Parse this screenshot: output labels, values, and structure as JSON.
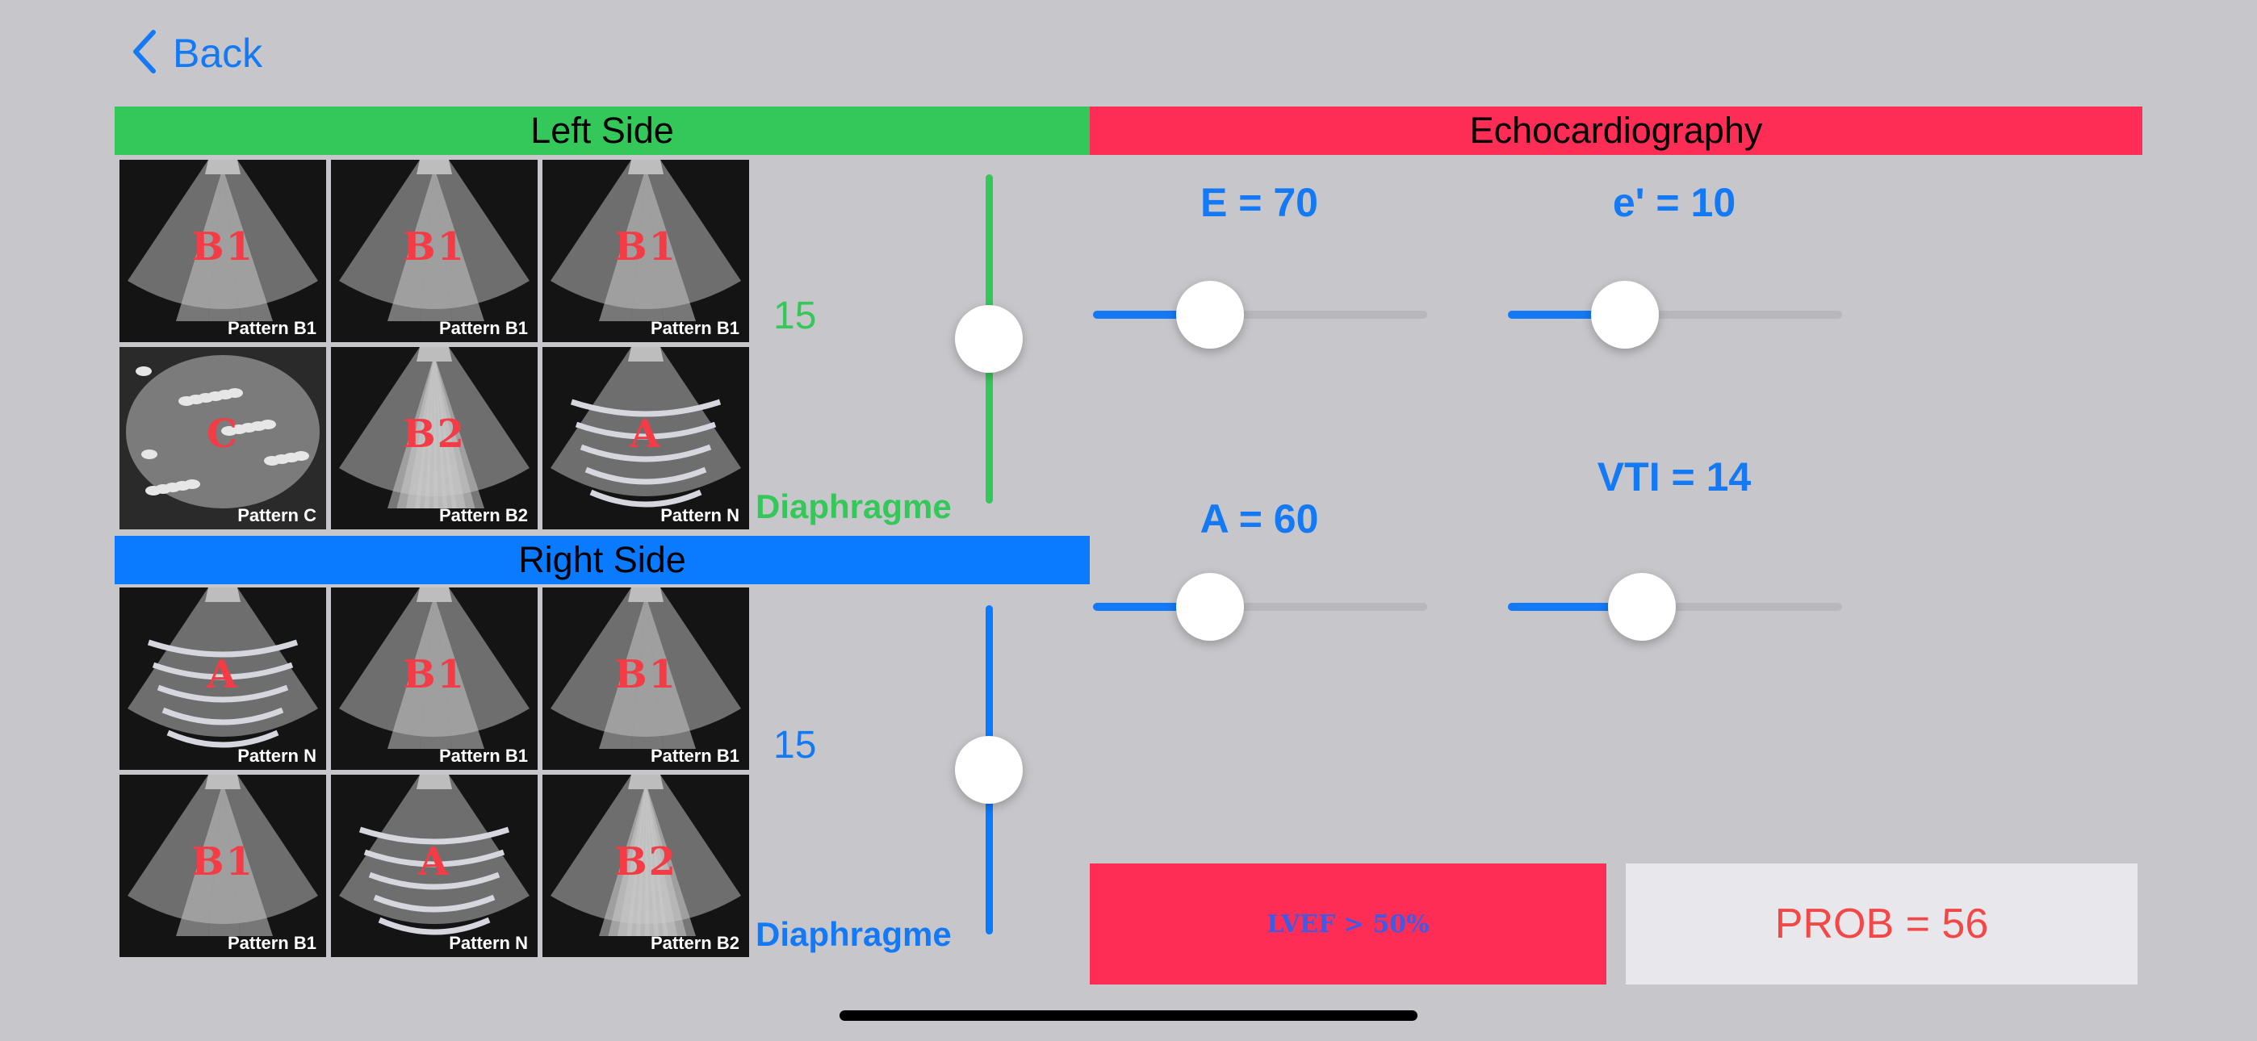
{
  "nav": {
    "back_label": "Back"
  },
  "left": {
    "title": "Left Side",
    "color": "#34c759",
    "tiles": [
      {
        "letter": "B1",
        "caption": "Pattern B1"
      },
      {
        "letter": "B1",
        "caption": "Pattern B1"
      },
      {
        "letter": "B1",
        "caption": "Pattern B1"
      },
      {
        "letter": "C",
        "caption": "Pattern C"
      },
      {
        "letter": "B2",
        "caption": "Pattern B2"
      },
      {
        "letter": "A",
        "caption": "Pattern N"
      }
    ],
    "count": "15",
    "diaphragme": "Diaphragme",
    "slider_level": 0.5
  },
  "right": {
    "title": "Right Side",
    "color": "#0a7aff",
    "tiles": [
      {
        "letter": "A",
        "caption": "Pattern N"
      },
      {
        "letter": "B1",
        "caption": "Pattern B1"
      },
      {
        "letter": "B1",
        "caption": "Pattern B1"
      },
      {
        "letter": "B1",
        "caption": "Pattern B1"
      },
      {
        "letter": "A",
        "caption": "Pattern N"
      },
      {
        "letter": "B2",
        "caption": "Pattern B2"
      }
    ],
    "count": "15",
    "diaphragme": "Diaphragme",
    "slider_level": 0.5
  },
  "echo": {
    "title": "Echocardiography",
    "color": "#fe2d55",
    "sliders": {
      "e": {
        "label": "E = 70",
        "level": 0.35
      },
      "ep": {
        "label": "e' = 10",
        "level": 0.35
      },
      "a": {
        "label": "A = 60",
        "level": 0.35
      },
      "vti": {
        "label": "VTI = 14",
        "level": 0.4
      }
    }
  },
  "results": {
    "lvef_label": "LVEF > 50%",
    "prob_label": "PROB = 56"
  },
  "accent": "#1479f5"
}
